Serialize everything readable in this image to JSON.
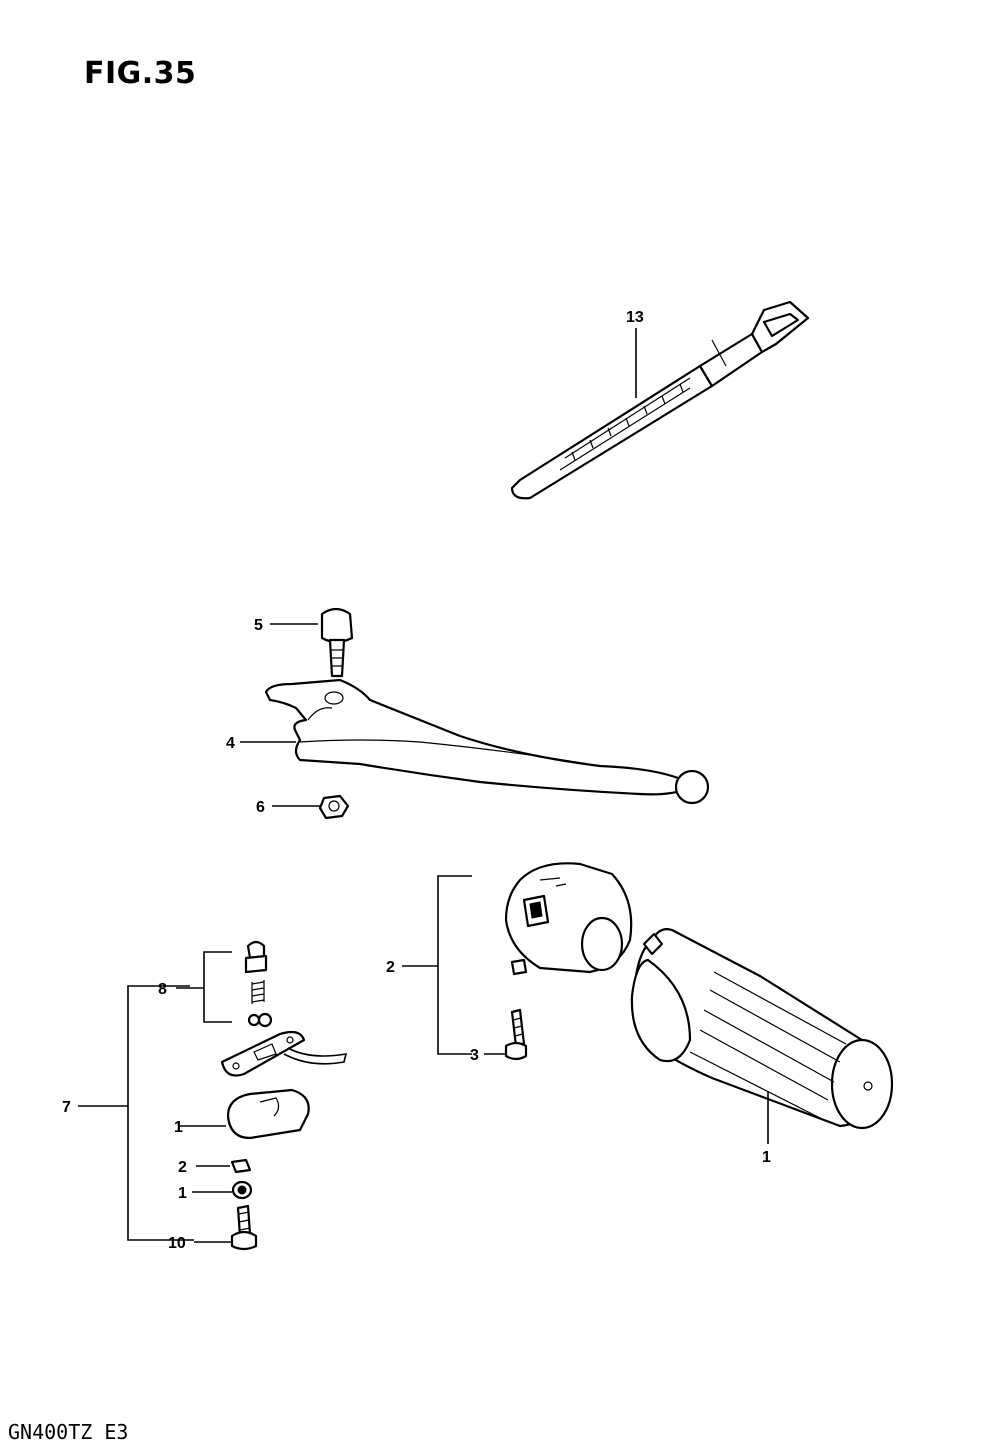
{
  "figure": {
    "title": "FIG.35",
    "model": "GN400TZ  E3"
  },
  "callouts": [
    {
      "id": "c13",
      "label": "13"
    },
    {
      "id": "c5",
      "label": "5"
    },
    {
      "id": "c4",
      "label": "4"
    },
    {
      "id": "c6",
      "label": "6"
    },
    {
      "id": "c2",
      "label": "2"
    },
    {
      "id": "c3",
      "label": "3"
    },
    {
      "id": "c8",
      "label": "8"
    },
    {
      "id": "c7",
      "label": "7"
    },
    {
      "id": "c11",
      "label": "1"
    },
    {
      "id": "c12",
      "label": "2"
    },
    {
      "id": "c9",
      "label": "1"
    },
    {
      "id": "c10",
      "label": "10"
    },
    {
      "id": "c1",
      "label": "1"
    }
  ],
  "colors": {
    "ink": "#000000",
    "paper": "#ffffff"
  }
}
